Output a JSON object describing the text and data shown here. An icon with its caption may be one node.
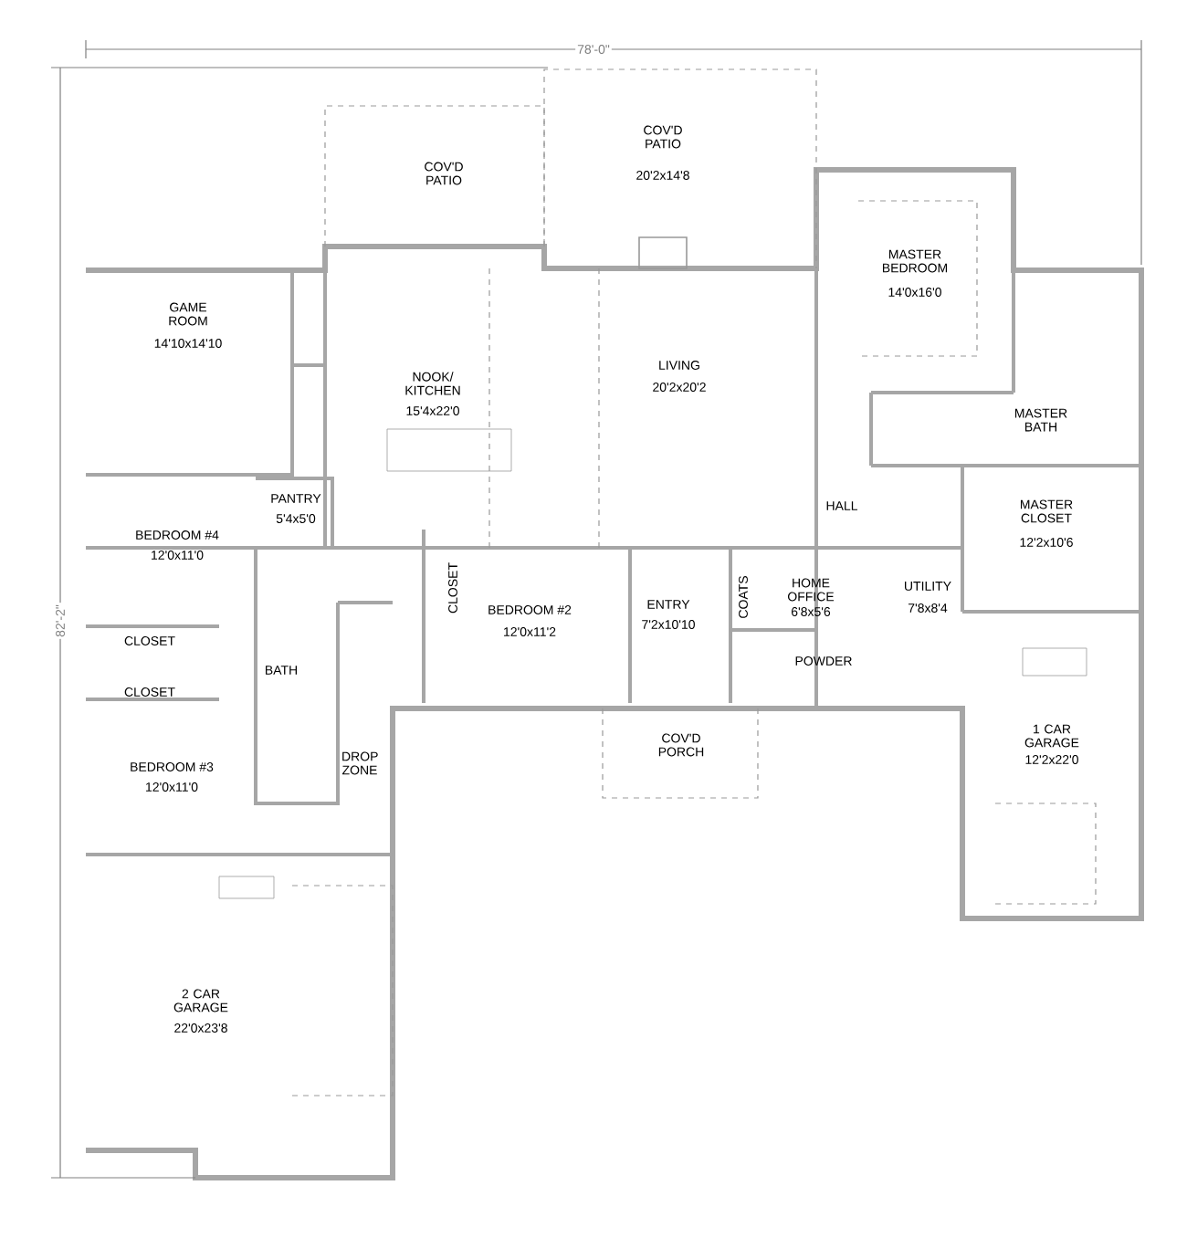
{
  "diagram": {
    "labels": [
      "78'-0\"",
      "COV'D PATIO",
      "COV'D PATIO",
      "20'2x14'8",
      "MASTER BEDROOM",
      "14'0x16'0",
      "GAME ROOM",
      "14'10x14'10",
      "NOOK/ KITCHEN",
      "15'4x22'0",
      "LIVING",
      "20'2x20'2",
      "82'-2\"",
      "MASTER BATH",
      "HALL",
      "PANTRY",
      "5'4x5'0",
      "MASTER CLOSET",
      "12'2x10'6",
      "BEDROOM #4",
      "12'0x11'0",
      "CLOSET",
      "BEDROOM #2",
      "12'0x11'2",
      "ENTRY",
      "7'2x10'10",
      "COATS",
      "HOME OFFICE",
      "6'8x5'6",
      "UTILITY",
      "7'8x8'4",
      "CLOSET",
      "BATH",
      "POWDER",
      "CLOSET",
      "1 CAR GARAGE",
      "12'2x22'0",
      "BEDROOM #3",
      "12'0x11'0",
      "DROP ZONE",
      "COV'D PORCH",
      "2 CAR GARAGE",
      "22'0x23'8"
    ]
  }
}
